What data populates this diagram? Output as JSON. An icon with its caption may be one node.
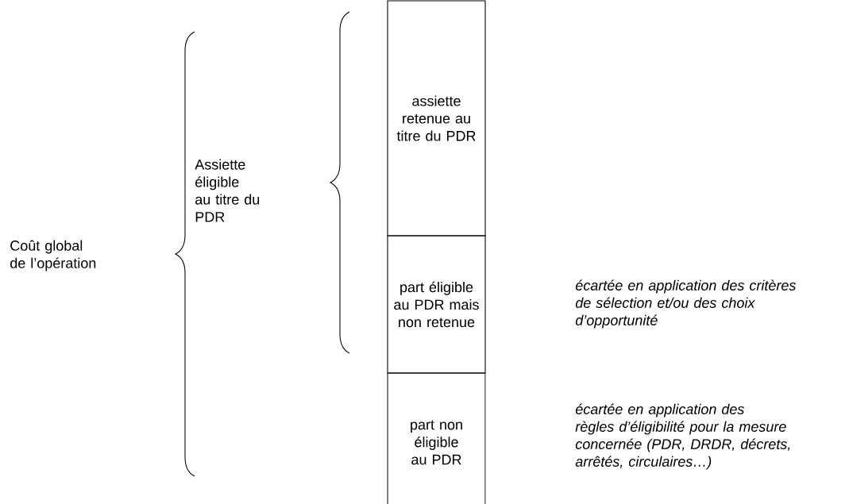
{
  "diagram": {
    "nodes": [
      {
        "text": [
          "assiette retenue au titre du PDR"
        ]
      },
      {
        "text": [
          "part éligible au PDR mais non retenue"
        ]
      },
      {
        "text": [
          "part non éligible au PDR"
        ]
      }
    ],
    "labels": [
      "Assiette éligible au titre du PDR",
      "Coût global de l’opération",
      "écartée en application des critères de sélection et/ou des choix d’opportunité",
      "écartée en application des règles d’éligibilité pour la mesure concernée (PDR, DRDR, décrets, arrêtés, circulaires…)"
    ]
  }
}
